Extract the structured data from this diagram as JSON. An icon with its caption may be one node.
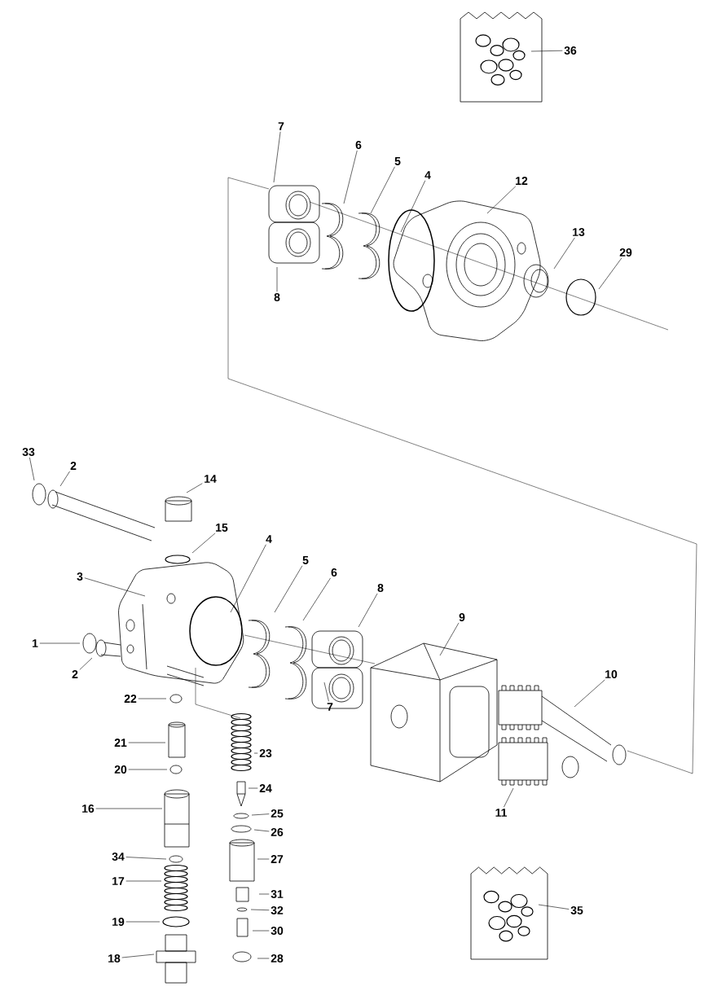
{
  "diagram": {
    "nodes": [
      {
        "text": [
          "36"
        ]
      },
      {
        "text": [
          "7"
        ]
      },
      {
        "text": [
          "6"
        ]
      },
      {
        "text": [
          "5"
        ]
      },
      {
        "text": [
          "4"
        ]
      },
      {
        "text": [
          "12"
        ]
      },
      {
        "text": [
          "13"
        ]
      },
      {
        "text": [
          "29"
        ]
      },
      {
        "text": [
          "8"
        ]
      },
      {
        "text": [
          "33"
        ]
      },
      {
        "text": [
          "2"
        ]
      },
      {
        "text": [
          "14"
        ]
      },
      {
        "text": [
          "15"
        ]
      },
      {
        "text": [
          "4"
        ]
      },
      {
        "text": [
          "5"
        ]
      },
      {
        "text": [
          "3"
        ]
      },
      {
        "text": [
          "6"
        ]
      },
      {
        "text": [
          "8"
        ]
      },
      {
        "text": [
          "9"
        ]
      },
      {
        "text": [
          "1"
        ]
      },
      {
        "text": [
          "2"
        ]
      },
      {
        "text": [
          "10"
        ]
      },
      {
        "text": [
          "22"
        ]
      },
      {
        "text": [
          "7"
        ]
      },
      {
        "text": [
          "21"
        ]
      },
      {
        "text": [
          "23"
        ]
      },
      {
        "text": [
          "20"
        ]
      },
      {
        "text": [
          "24"
        ]
      },
      {
        "text": [
          "16"
        ]
      },
      {
        "text": [
          "25"
        ]
      },
      {
        "text": [
          "26"
        ]
      },
      {
        "text": [
          "11"
        ]
      },
      {
        "text": [
          "34"
        ]
      },
      {
        "text": [
          "27"
        ]
      },
      {
        "text": [
          "17"
        ]
      },
      {
        "text": [
          "31"
        ]
      },
      {
        "text": [
          "35"
        ]
      },
      {
        "text": [
          "32"
        ]
      },
      {
        "text": [
          "19"
        ]
      },
      {
        "text": [
          "30"
        ]
      },
      {
        "text": [
          "18"
        ]
      },
      {
        "text": [
          "28"
        ]
      }
    ],
    "edges": [
      {
        "from": 0,
        "to": null,
        "arrow": "none"
      },
      {
        "from": 1,
        "to": null,
        "arrow": "none"
      },
      {
        "from": 2,
        "to": null,
        "arrow": "none"
      },
      {
        "from": 3,
        "to": null,
        "arrow": "none"
      },
      {
        "from": 4,
        "to": null,
        "arrow": "none"
      },
      {
        "from": 5,
        "to": null,
        "arrow": "none"
      },
      {
        "from": 6,
        "to": null,
        "arrow": "none"
      },
      {
        "from": 7,
        "to": null,
        "arrow": "none"
      },
      {
        "from": 8,
        "to": null,
        "arrow": "none"
      },
      {
        "from": 9,
        "to": null,
        "arrow": "none"
      },
      {
        "from": 10,
        "to": null,
        "arrow": "none"
      },
      {
        "from": 11,
        "to": null,
        "arrow": "none"
      },
      {
        "from": 12,
        "to": null,
        "arrow": "none"
      },
      {
        "from": 13,
        "to": null,
        "arrow": "none"
      },
      {
        "from": 14,
        "to": null,
        "arrow": "none"
      },
      {
        "from": 15,
        "to": null,
        "arrow": "none"
      },
      {
        "from": 16,
        "to": null,
        "arrow": "none"
      },
      {
        "from": 17,
        "to": null,
        "arrow": "none"
      },
      {
        "from": 18,
        "to": null,
        "arrow": "none"
      },
      {
        "from": 19,
        "to": null,
        "arrow": "none"
      },
      {
        "from": 20,
        "to": null,
        "arrow": "none"
      },
      {
        "from": 21,
        "to": null,
        "arrow": "none"
      },
      {
        "from": 22,
        "to": null,
        "arrow": "none"
      },
      {
        "from": 23,
        "to": null,
        "arrow": "none"
      },
      {
        "from": 24,
        "to": null,
        "arrow": "none"
      },
      {
        "from": 25,
        "to": null,
        "arrow": "none"
      },
      {
        "from": 26,
        "to": null,
        "arrow": "none"
      },
      {
        "from": 27,
        "to": null,
        "arrow": "none"
      },
      {
        "from": 28,
        "to": null,
        "arrow": "none"
      },
      {
        "from": 29,
        "to": null,
        "arrow": "none"
      },
      {
        "from": 30,
        "to": null,
        "arrow": "none"
      },
      {
        "from": 31,
        "to": null,
        "arrow": "none"
      },
      {
        "from": 32,
        "to": null,
        "arrow": "none"
      },
      {
        "from": 33,
        "to": null,
        "arrow": "none"
      },
      {
        "from": 34,
        "to": null,
        "arrow": "none"
      },
      {
        "from": 35,
        "to": null,
        "arrow": "none"
      },
      {
        "from": 36,
        "to": null,
        "arrow": "none"
      },
      {
        "from": 37,
        "to": null,
        "arrow": "none"
      },
      {
        "from": 38,
        "to": null,
        "arrow": "none"
      },
      {
        "from": 39,
        "to": null,
        "arrow": "none"
      },
      {
        "from": 40,
        "to": null,
        "arrow": "none"
      },
      {
        "from": 41,
        "to": null,
        "arrow": "none"
      }
    ]
  }
}
